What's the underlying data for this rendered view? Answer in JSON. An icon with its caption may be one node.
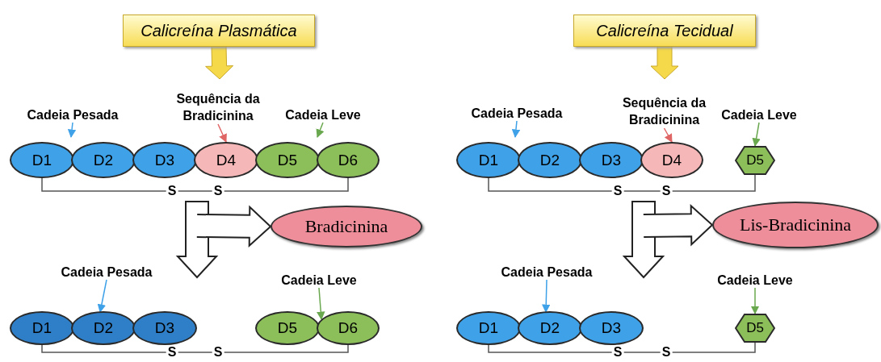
{
  "diagram": {
    "nodes": [
      {
        "text": [
          "Calicreína Plasmática"
        ]
      },
      {
        "text": [
          "Cadeia Pesada"
        ]
      },
      {
        "text": [
          "Sequência da Bradicinina"
        ]
      },
      {
        "text": [
          "Cadeia Leve"
        ]
      },
      {
        "text": [
          "D1"
        ]
      },
      {
        "text": [
          "D2"
        ]
      },
      {
        "text": [
          "D3"
        ]
      },
      {
        "text": [
          "D4"
        ]
      },
      {
        "text": [
          "D5"
        ]
      },
      {
        "text": [
          "D6"
        ]
      },
      {
        "text": [
          "Bradicinina"
        ]
      },
      {
        "text": [
          "Cadeia Pesada"
        ]
      },
      {
        "text": [
          "Cadeia Leve"
        ]
      },
      {
        "text": [
          "D1"
        ]
      },
      {
        "text": [
          "D2"
        ]
      },
      {
        "text": [
          "D3"
        ]
      },
      {
        "text": [
          "D5"
        ]
      },
      {
        "text": [
          "D6"
        ]
      },
      {
        "text": [
          "Calicreína Tecidual"
        ]
      },
      {
        "text": [
          "Cadeia Pesada"
        ]
      },
      {
        "text": [
          "Sequência da Bradicinina"
        ]
      },
      {
        "text": [
          "Cadeia Leve"
        ]
      },
      {
        "text": [
          "D1"
        ]
      },
      {
        "text": [
          "D2"
        ]
      },
      {
        "text": [
          "D3"
        ]
      },
      {
        "text": [
          "D4"
        ]
      },
      {
        "text": [
          "D5"
        ]
      },
      {
        "text": [
          "Lis-Bradicinina"
        ]
      },
      {
        "text": [
          "Cadeia Pesada"
        ]
      },
      {
        "text": [
          "Cadeia Leve"
        ]
      },
      {
        "text": [
          "D1"
        ]
      },
      {
        "text": [
          "D2"
        ]
      },
      {
        "text": [
          "D3"
        ]
      },
      {
        "text": [
          "D5"
        ]
      }
    ],
    "edges": [
      {
        "from": 0,
        "to": null,
        "arrow": "to",
        "style": "thick",
        "color": "#f5d94a"
      },
      {
        "from": 1,
        "to": null,
        "arrow": "to",
        "color": "#3fa1e8"
      },
      {
        "from": 2,
        "to": 7,
        "arrow": "to",
        "color": "#e06666"
      },
      {
        "from": 3,
        "to": null,
        "arrow": "to",
        "color": "#6aa84f"
      },
      {
        "from": 4,
        "to": 9,
        "arrow": "none",
        "color": "#555555"
      },
      {
        "from": null,
        "to": 10,
        "arrow": "to",
        "style": "thick"
      },
      {
        "from": 11,
        "to": 14,
        "arrow": "to",
        "color": "#3fa1e8"
      },
      {
        "from": 12,
        "to": 17,
        "arrow": "to",
        "color": "#6aa84f"
      },
      {
        "from": 13,
        "to": 17,
        "arrow": "none",
        "color": "#555555"
      },
      {
        "from": 18,
        "to": null,
        "arrow": "to",
        "style": "thick",
        "color": "#f5d94a"
      },
      {
        "from": 19,
        "to": null,
        "arrow": "to",
        "color": "#3fa1e8"
      },
      {
        "from": 20,
        "to": 25,
        "arrow": "to",
        "color": "#e06666"
      },
      {
        "from": 21,
        "to": 26,
        "arrow": "to",
        "color": "#6aa84f"
      },
      {
        "from": 22,
        "to": 26,
        "arrow": "none",
        "color": "#555555"
      },
      {
        "from": null,
        "to": 27,
        "arrow": "to",
        "style": "thick"
      },
      {
        "from": 28,
        "to": 31,
        "arrow": "to",
        "color": "#3fa1e8"
      },
      {
        "from": 29,
        "to": 33,
        "arrow": "to",
        "color": "#6aa84f"
      },
      {
        "from": 30,
        "to": 33,
        "arrow": "none",
        "color": "#555555"
      }
    ],
    "labels": [
      "S",
      "S",
      "S",
      "S",
      "S",
      "S",
      "S",
      "S"
    ]
  }
}
